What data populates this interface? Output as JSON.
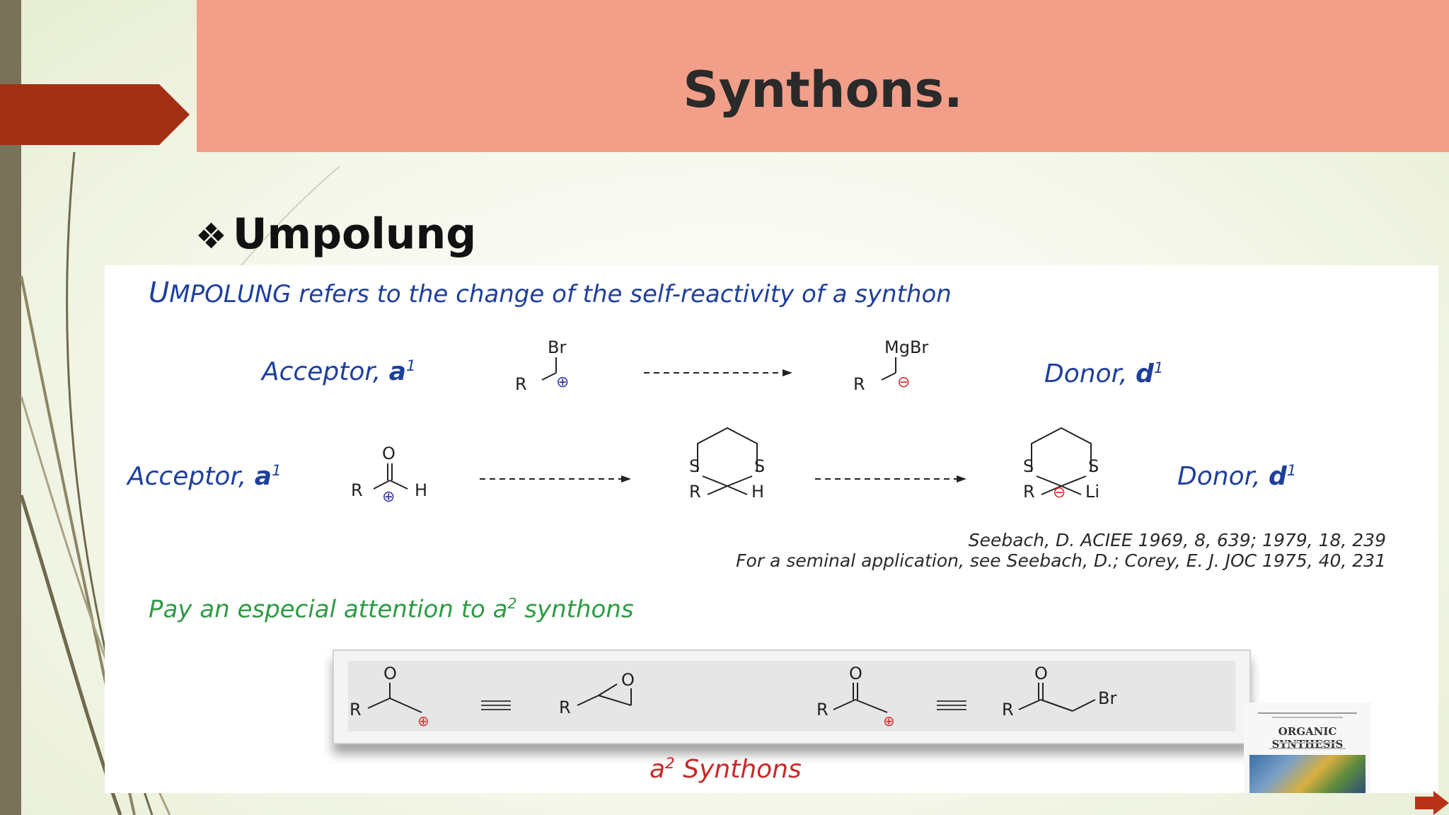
{
  "slide": {
    "title": "Synthons.",
    "bullet_mark": "❖",
    "bullet": "Umpolung"
  },
  "panel": {
    "headline_first": "U",
    "headline_sc": "MPOLUNG",
    "headline_rest": " refers to the change of the self-reactivity of a synthon",
    "row1": {
      "acceptor": "Acceptor, ",
      "acceptor_sym": "a",
      "acceptor_sup": "1",
      "donor": "Donor, ",
      "donor_sym": "d",
      "donor_sup": "1",
      "left_atoms": [
        "Br",
        "R",
        "⊕"
      ],
      "right_atoms": [
        "MgBr",
        "R",
        "⊖"
      ]
    },
    "row2": {
      "acceptor": "Acceptor, ",
      "acceptor_sym": "a",
      "acceptor_sup": "1",
      "donor": "Donor, ",
      "donor_sym": "d",
      "donor_sup": "1",
      "aldehyde_atoms": [
        "O",
        "R",
        "H",
        "⊕"
      ],
      "dithiane_atoms": [
        "S",
        "S",
        "R",
        "H"
      ],
      "lithio_atoms": [
        "S",
        "S",
        "R",
        "Li",
        "⊖"
      ]
    },
    "reference_1": "Seebach, D. ACIEE 1969, 8, 639;  1979, 18, 239",
    "reference_2": "For a seminal application, see Seebach, D.; Corey, E. J.  JOC 1975, 40, 231",
    "attention": "Pay an especial attention to a",
    "attention_sup": "2",
    "attention_rest": " synthons",
    "a2_box_atoms": [
      "O",
      "R",
      "⊕",
      "R",
      "O",
      "O",
      "R",
      "⊕",
      "O",
      "R",
      "Br"
    ],
    "a2_label": "a",
    "a2_sup": "2",
    "a2_rest": " Synthons",
    "book_title": "ORGANIC SYNTHESIS"
  },
  "colors": {
    "title_band": "#f29f89",
    "arrow": "#a33015",
    "blue_text": "#1e3f9c",
    "green_text": "#2f9a44",
    "red_text": "#c8282a"
  }
}
